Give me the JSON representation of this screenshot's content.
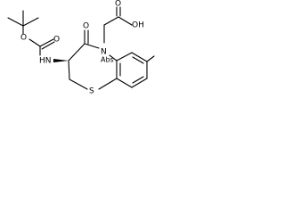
{
  "molecule": {
    "labels": {
      "ring_nitrogen": "N",
      "ring_sulfur": "S",
      "amide_oxygen": "O",
      "carboxyl_group": "OH",
      "carboxyl_oxygen": "O",
      "nh_group": "HN",
      "boc_oxygen_ester": "O",
      "boc_oxygen_carbonyl": "O",
      "abs_tag": "Abs"
    },
    "colors": {
      "ink": "#000000",
      "background": "#ffffff"
    }
  }
}
